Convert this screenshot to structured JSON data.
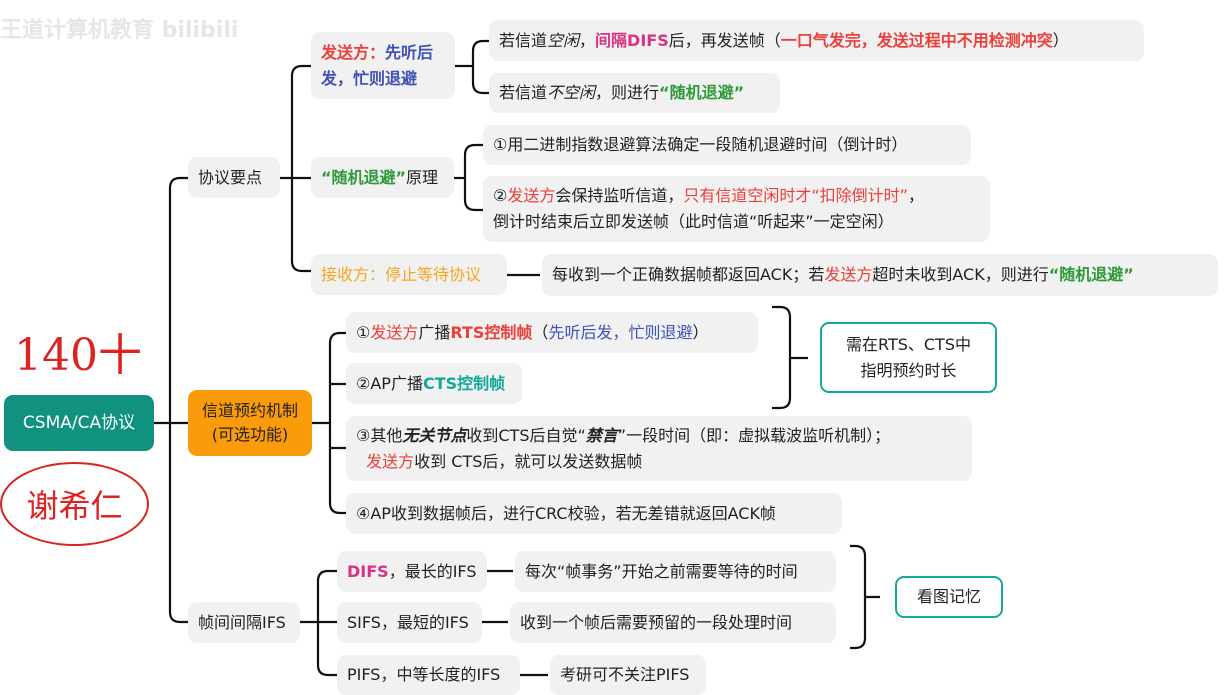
{
  "colors": {
    "red": "#e8403b",
    "blue": "#3f51b5",
    "green": "#2e9a3a",
    "orange": "#f5a623",
    "teal": "#14a89a",
    "pink": "#d63384",
    "root": "#11917f",
    "mech": "#f99b0a"
  },
  "watermark": "王道计算机教育 bilibili",
  "annotations": {
    "count": "140十",
    "author": "谢希仁"
  },
  "root": {
    "label": "CSMA/CA协议"
  },
  "branches": {
    "protocol": {
      "label": "协议要点"
    },
    "reservation": {
      "label": "信道预约机制\n(可选功能)"
    },
    "ifs": {
      "label": "帧间间隔IFS"
    }
  },
  "nodes": {
    "sender": [
      {
        "t": "发送方：",
        "c": "red",
        "b": 1
      },
      {
        "t": "先听后\n发，忙则退避",
        "c": "blue",
        "b": 1
      }
    ],
    "idle": [
      {
        "t": "若信道"
      },
      {
        "t": "空闲",
        "i": 1
      },
      {
        "t": "，"
      },
      {
        "t": "间隔DIFS",
        "c": "pink",
        "b": 1
      },
      {
        "t": "后，再发送帧（"
      },
      {
        "t": "一口气发完，发送过程中不用检测冲突",
        "c": "red",
        "b": 1
      },
      {
        "t": "）"
      }
    ],
    "busy": [
      {
        "t": "若信道"
      },
      {
        "t": "不空闲",
        "i": 1
      },
      {
        "t": "，则进行"
      },
      {
        "t": "“随机退避”",
        "c": "green",
        "b": 1
      }
    ],
    "backoff": [
      {
        "t": "“随机退避”",
        "c": "green",
        "b": 1
      },
      {
        "t": "原理"
      }
    ],
    "backoff1": [
      {
        "t": "①用二进制指数退避算法确定一段随机退避时间（倒计时）"
      }
    ],
    "backoff2": [
      {
        "t": "②"
      },
      {
        "t": "发送方",
        "c": "red"
      },
      {
        "t": "会保持监听信道，"
      },
      {
        "t": "只有信道空闲时才“扣除倒计时”",
        "c": "red"
      },
      {
        "t": "，\n倒计时结束后立即发送帧（此时信道“听起来”一定空闲）"
      }
    ],
    "receiver": [
      {
        "t": "接收方：停止等待协议",
        "c": "orange"
      }
    ],
    "receiver_detail": [
      {
        "t": "每收到一个正确数据帧都返回ACK；若"
      },
      {
        "t": "发送方",
        "c": "red"
      },
      {
        "t": "超时未收到ACK，则进行"
      },
      {
        "t": "“随机退避”",
        "c": "green",
        "b": 1
      }
    ],
    "r1": [
      {
        "t": "①"
      },
      {
        "t": "发送方",
        "c": "red"
      },
      {
        "t": "广播"
      },
      {
        "t": "RTS控制帧",
        "c": "red",
        "b": 1
      },
      {
        "t": "（"
      },
      {
        "t": "先听后发，忙则退避",
        "c": "blue"
      },
      {
        "t": "）"
      }
    ],
    "r2": [
      {
        "t": "②AP广播"
      },
      {
        "t": "CTS控制帧",
        "c": "teal",
        "b": 1
      }
    ],
    "r3": [
      {
        "t": "③其他"
      },
      {
        "t": "无关节点",
        "b": 1,
        "i": 1
      },
      {
        "t": "收到CTS后自觉“"
      },
      {
        "t": "禁言",
        "b": 1,
        "i": 1
      },
      {
        "t": "”一段时间（即：虚拟载波监听机制）；\n  "
      },
      {
        "t": "发送方",
        "c": "red"
      },
      {
        "t": "收到 CTS后，就可以发送数据帧"
      }
    ],
    "r4": [
      {
        "t": "④AP收到数据帧后，进行CRC校验，若无差错就返回ACK帧"
      }
    ],
    "r_note": [
      {
        "t": "需在RTS、CTS中\n指明预约时长"
      }
    ],
    "difs": [
      {
        "t": "DIFS",
        "c": "pink",
        "b": 1
      },
      {
        "t": "，最长的IFS"
      }
    ],
    "difs_d": [
      {
        "t": "每次“帧事务”开始之前需要等待的时间"
      }
    ],
    "sifs": [
      {
        "t": "SIFS，最短的IFS"
      }
    ],
    "sifs_d": [
      {
        "t": "收到一个帧后需要预留的一段处理时间"
      }
    ],
    "pifs": [
      {
        "t": "PIFS，中等长度的IFS"
      }
    ],
    "pifs_d": [
      {
        "t": "考研可不关注PIFS"
      }
    ],
    "ifs_note": [
      {
        "t": "看图记忆"
      }
    ]
  }
}
